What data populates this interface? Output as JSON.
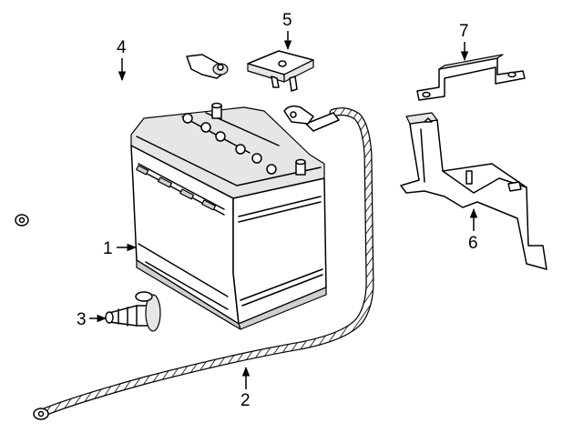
{
  "diagram": {
    "parts": [
      {
        "id": "battery",
        "callout": "1"
      },
      {
        "id": "negative-cable",
        "callout": "2"
      },
      {
        "id": "vent-plug",
        "callout": "3"
      },
      {
        "id": "positive-cable",
        "callout": "4"
      },
      {
        "id": "terminal-cover",
        "callout": "5"
      },
      {
        "id": "hold-down-clamp",
        "callout": "6"
      },
      {
        "id": "battery-bracket",
        "callout": "7"
      }
    ]
  }
}
